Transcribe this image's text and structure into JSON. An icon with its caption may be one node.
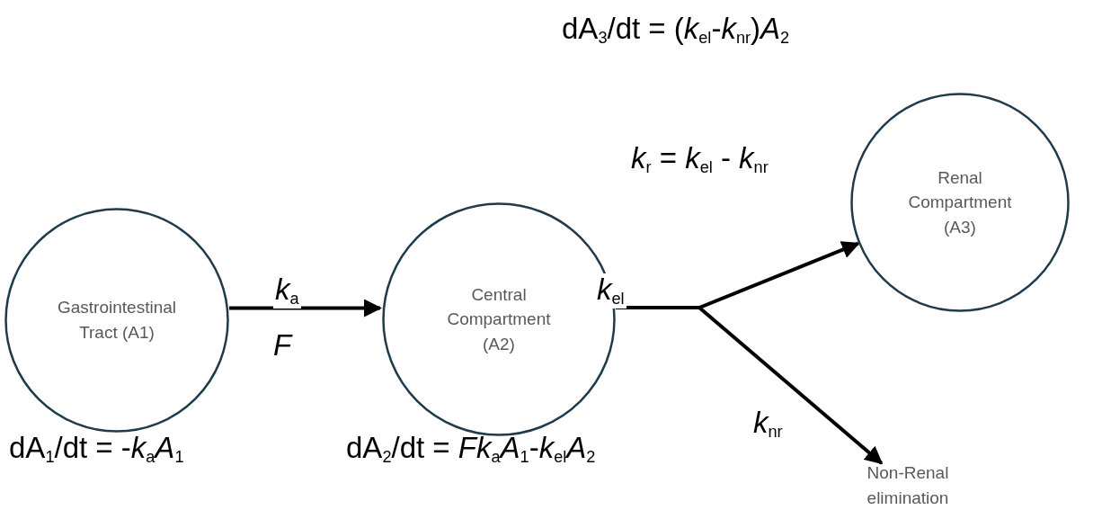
{
  "diagram": {
    "nodes": [
      {
        "text": [
          "Gastrointestinal Tract (A1)"
        ],
        "beside": [
          "dA$_{1}$/dt = -*k*$_{a}$*A*$_{1}$"
        ]
      },
      {
        "text": [
          "Central Compartment (A2)"
        ],
        "beside": [
          "dA$_{2}$/dt = *Fk*$_{a}$*A*$_{1}$-*k*$_{el}$*A*$_{2}$"
        ]
      },
      {
        "text": [
          "Renal Compartment (A3)"
        ],
        "beside": [
          "dA$_{3}$/dt = (*k*$_{el}$-*k*$_{nr}$)*A*$_{2}$"
        ]
      },
      {
        "text": [
          "Non-Renal elimination"
        ]
      }
    ],
    "edges": [
      {
        "from": 0,
        "to": 1,
        "arrow": "to",
        "label": "*k*$_{a}$"
      },
      {
        "from": 1,
        "to": 2,
        "arrow": "to",
        "label": "*k*$_{r}$ = *k*$_{el}$ - *k*$_{nr}$"
      },
      {
        "from": 1,
        "to": 3,
        "arrow": "to",
        "label": "*k*$_{nr}$"
      }
    ],
    "labels": [
      "*F*",
      "*k*$_{el}$"
    ]
  }
}
